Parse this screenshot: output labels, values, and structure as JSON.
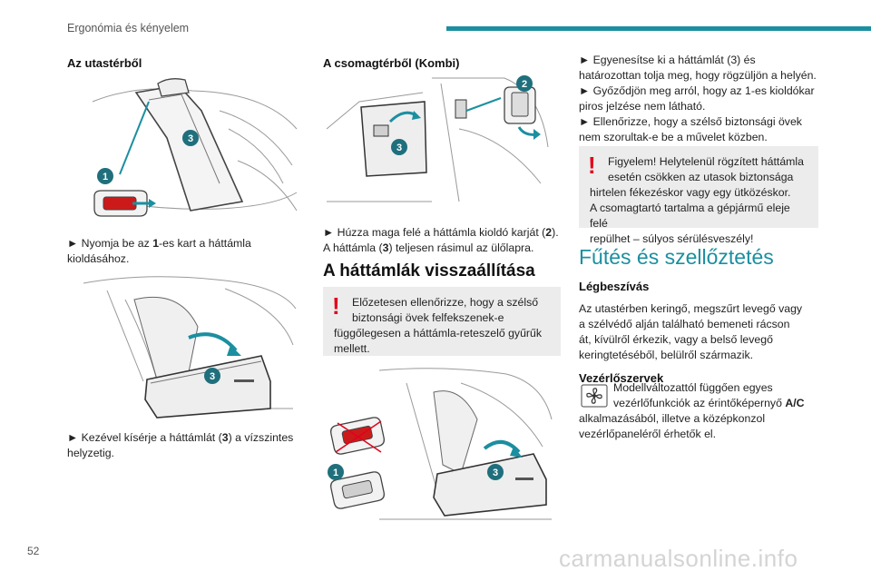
{
  "header": {
    "title": "Ergonómia és kényelem"
  },
  "col1": {
    "heading": "Az utastérből",
    "step1": [
      "► Nyomja be az ",
      "1",
      "-es kart a háttámla",
      "kioldásához."
    ],
    "step2": [
      "► Kezével kísérje a háttámlát (",
      "3",
      ") a vízszintes",
      "helyzetig."
    ]
  },
  "col2": {
    "heading": "A csomagtérből (Kombi)",
    "step1": [
      "► Húzza maga felé a háttámla kioldó karját (",
      "2",
      ").",
      "A háttámla (",
      "3",
      ") teljesen rásimul az ülőlapra."
    ],
    "section_title": "A háttámlák visszaállítása",
    "warning": [
      "Előzetesen ellenőrizze, hogy a szélső",
      "biztonsági övek felfekszenek-e",
      "függőlegesen a háttámla-reteszelő gyűrűk",
      "mellett."
    ]
  },
  "col3": {
    "steps": [
      "► Egyenesítse ki a háttámlát (3) és",
      "határozottan tolja meg, hogy rögzüljön a helyén.",
      "► Győződjön meg arról, hogy az 1-es kioldókar",
      "piros jelzése nem látható.",
      "► Ellenőrizze, hogy a szélső biztonsági övek",
      "nem szorultak-e be a művelet közben."
    ],
    "warning": [
      "Figyelem! Helytelenül rögzített háttámla",
      "esetén csökken az utasok biztonsága",
      "hirtelen fékezéskor vagy egy ütközéskor.",
      "A csomagtartó tartalma a gépjármű eleje felé",
      "repülhet – súlyos sérülésveszély!"
    ],
    "big_title": "Fűtés és szellőztetés",
    "air_heading": "Légbeszívás",
    "air_text": [
      "Az utastérben keringő, megszűrt levegő vagy",
      "a szélvédő alján található bemeneti rácson",
      "át, kívülről érkezik, vagy a belső levegő",
      "keringtetéséből, belülről származik."
    ],
    "controls_heading": "Vezérlőszervek",
    "controls_text": [
      "Modellváltozattól függően egyes",
      "vezérlőfunkciók az érintőképernyő ",
      "A/C",
      "alkalmazásából, illetve a középkonzol",
      "vezérlőpaneléről érhetők el."
    ]
  },
  "callouts": {
    "one": "1",
    "two": "2",
    "three": "3"
  },
  "warn_mark": "!",
  "footer": {
    "page_number": "52",
    "watermark": "carmanualsonline.info"
  },
  "colors": {
    "accent": "#1b8fa0",
    "callout": "#1f6f7c",
    "warning": "#e2001a",
    "arrow": "#1b8fa0"
  }
}
